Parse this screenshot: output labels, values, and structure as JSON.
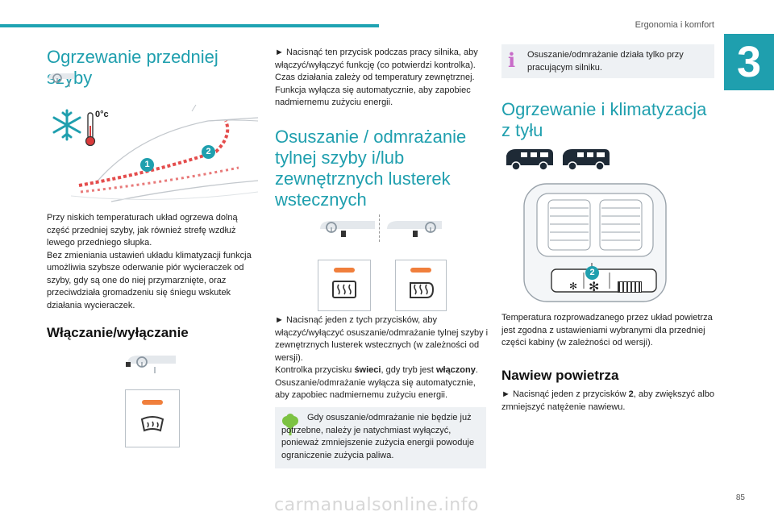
{
  "header": {
    "title": "Ergonomia i komfort",
    "chapter": "3"
  },
  "col1": {
    "title": "Ogrzewanie przedniej szyby",
    "figure": {
      "temp_label": "0°c",
      "marker1": "1",
      "marker2": "2"
    },
    "para1": "Przy niskich temperaturach układ ogrzewa dolną część przedniej szyby, jak również strefę wzdłuż lewego przedniego słupka.",
    "para2": "Bez zmieniania ustawień układu klimatyzacji funkcja umożliwia szybsze oderwanie piór wycieraczek od szyby, gdy są one do niej przymarznięte, oraz przeciwdziała gromadzeniu się śniegu wskutek działania wycieraczek.",
    "subtitle": "Włączanie/wyłączanie"
  },
  "col2": {
    "para1": "► Nacisnąć ten przycisk podczas pracy silnika, aby włączyć/wyłączyć funkcję (co potwierdzi kontrolka). Czas działania zależy od temperatury zewnętrznej. Funkcja wyłącza się automatycznie, aby zapobiec nadmiernemu zużyciu energii.",
    "title_lines": [
      "Osuszanie / odmrażanie",
      "tylnej szyby i/lub",
      "zewnętrznych lusterek",
      "wstecznych"
    ],
    "para2": "► Nacisnąć jeden z tych przycisków, aby włączyć/wyłączyć osuszanie/odmrażanie tylnej szyby i zewnętrznych lusterek wstecznych (w zależności od wersji).",
    "para3_pre": "Kontrolka przycisku ",
    "para3_b1": "świeci",
    "para3_mid": ", gdy tryb jest ",
    "para3_b2": "włączony",
    "para3_post": ".",
    "para4": "Osuszanie/odmrażanie wyłącza się automatycznie, aby zapobiec nadmiernemu zużyciu energii.",
    "eco_note": "Gdy osuszanie/odmrażanie nie będzie już potrzebne, należy je natychmiast wyłączyć, ponieważ zmniejszenie zużycia energii powoduje ograniczenie zużycia paliwa."
  },
  "col3": {
    "info_note": "Osuszanie/odmrażanie działa tylko przy pracującym silniku.",
    "title_lines": [
      "Ogrzewanie i klimatyzacja",
      "z tyłu"
    ],
    "vent_marker": "2",
    "para1": "Temperatura rozprowadzanego przez układ powietrza jest zgodna z ustawieniami wybranymi dla przedniej części kabiny (w zależności od wersji).",
    "subtitle": "Nawiew powietrza",
    "para2_pre": "► Nacisnąć jeden z przycisków ",
    "para2_b": "2",
    "para2_post": ", aby zwiększyć albo zmniejszyć natężenie nawiewu."
  },
  "footer": {
    "page": "85",
    "watermark": "carmanualsonline.info"
  },
  "colors": {
    "accent": "#1f9fae",
    "orange": "#f07f3c",
    "marker": "#1f9fae",
    "eco": "#7cc242",
    "info": "#c86bc8"
  },
  "icons": [
    "steering-wheel-icon",
    "snowflake-icon",
    "thermometer-icon",
    "windshield-heat-icon",
    "rear-defrost-icon",
    "mirror-defrost-icon",
    "van-icon",
    "fan-icon",
    "leaf-icon",
    "info-icon"
  ]
}
